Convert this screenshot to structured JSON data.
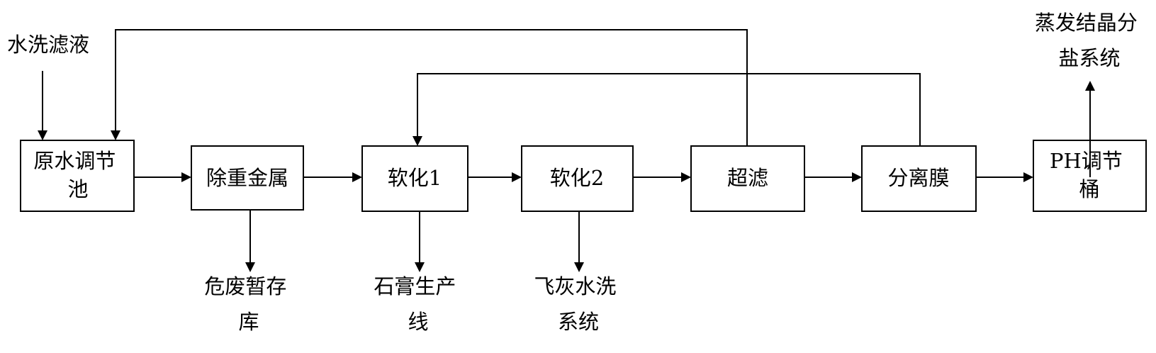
{
  "input": {
    "wash_filtrate": "水洗滤液"
  },
  "nodes": {
    "raw_tank": [
      "原水调节",
      "池"
    ],
    "heavy_metal": [
      "除重金属"
    ],
    "soften1": [
      "软化1"
    ],
    "soften2": [
      "软化2"
    ],
    "ultrafiltration": [
      "超滤"
    ],
    "membrane": [
      "分离膜"
    ],
    "ph_tank": [
      "PH调节",
      "桶"
    ]
  },
  "outputs": {
    "hazwaste": [
      "危废暂存",
      "库"
    ],
    "gypsum": [
      "石膏生产",
      "线"
    ],
    "flyash": [
      "飞灰水洗",
      "系统"
    ],
    "evap": [
      "蒸发结晶分",
      "盐系统"
    ]
  }
}
